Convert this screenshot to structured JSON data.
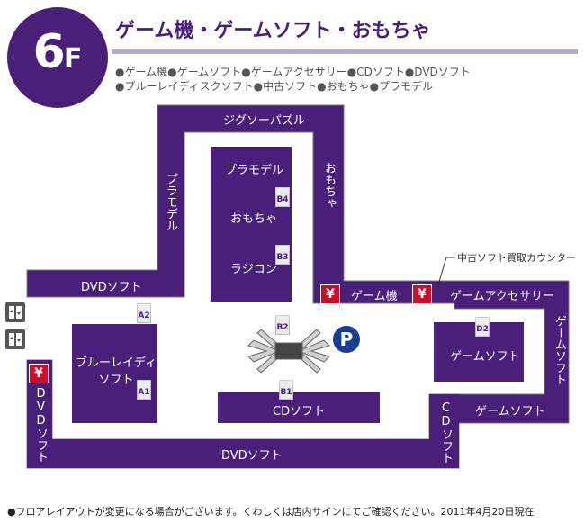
{
  "floor": {
    "number": "6",
    "suffix": "F"
  },
  "title": "ゲーム機・ゲームソフト・おもちゃ",
  "legend": {
    "line1": "●ゲーム機●ゲームソフト●ゲームアクセサリー●CDソフト●DVDソフト",
    "line2": "●ブルーレイディスクソフト●中古ソフト●おもちゃ●プラモデル"
  },
  "areas": {
    "jigsaw": "ジグソーパズル",
    "puramoderu_left": "プラモデル",
    "omocha_right": "おもちゃ",
    "dvd_top": "DVDソフト",
    "puramoderu_inner": "プラモデル",
    "omocha_inner": "おもちゃ",
    "radicon": "ラジコン",
    "game_machine": "ゲーム機",
    "game_accessory": "ゲームアクセサリー",
    "bluray_line1": "ブルーレイディスク",
    "bluray_line2": "ソフト",
    "cd_center": "CDソフト",
    "game_soft_d2": "ゲームソフト",
    "game_soft_right": "ゲームソフト",
    "game_soft_bottom": "ゲームソフト",
    "cd_vertical": "CDソフト",
    "dvd_vertical": "DVDソフト",
    "dvd_bottom": "DVDソフト"
  },
  "codes": {
    "b4": "B4",
    "b3": "B3",
    "b2": "B2",
    "b1": "B1",
    "a2": "A2",
    "a1": "A1",
    "d2": "D2"
  },
  "yen_symbol": "¥",
  "parking_symbol": "P",
  "callout": "中古ソフト買取カウンター",
  "footnote": "●フロアレイアウトが変更になる場合がございます。くわしくは店内サインにてご確認ください。2011年4月20日現在",
  "colors": {
    "purple": "#4a1f7a",
    "yen_red": "#c8102e",
    "parking_blue": "#1a3d8f"
  }
}
